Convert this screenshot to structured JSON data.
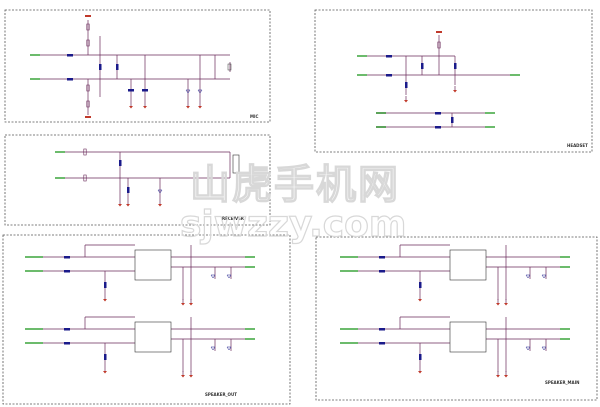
{
  "blocks": [
    {
      "id": "mic",
      "label": "MIC"
    },
    {
      "id": "headset",
      "label": "HEADSET"
    },
    {
      "id": "receiver",
      "label": "RECEIVER"
    },
    {
      "id": "speaker-left",
      "label": "SPEAKER_OUT"
    },
    {
      "id": "speaker-right",
      "label": "SPEAKER_MAIN"
    }
  ],
  "watermark": {
    "cn": "山虎手机网",
    "url": "sjwzzy.com"
  },
  "colors": {
    "wire": "#6a2a5a",
    "power": "#c0392b",
    "component": "#1a1a8a",
    "net": "#2e9e2e",
    "border": "#555555"
  }
}
